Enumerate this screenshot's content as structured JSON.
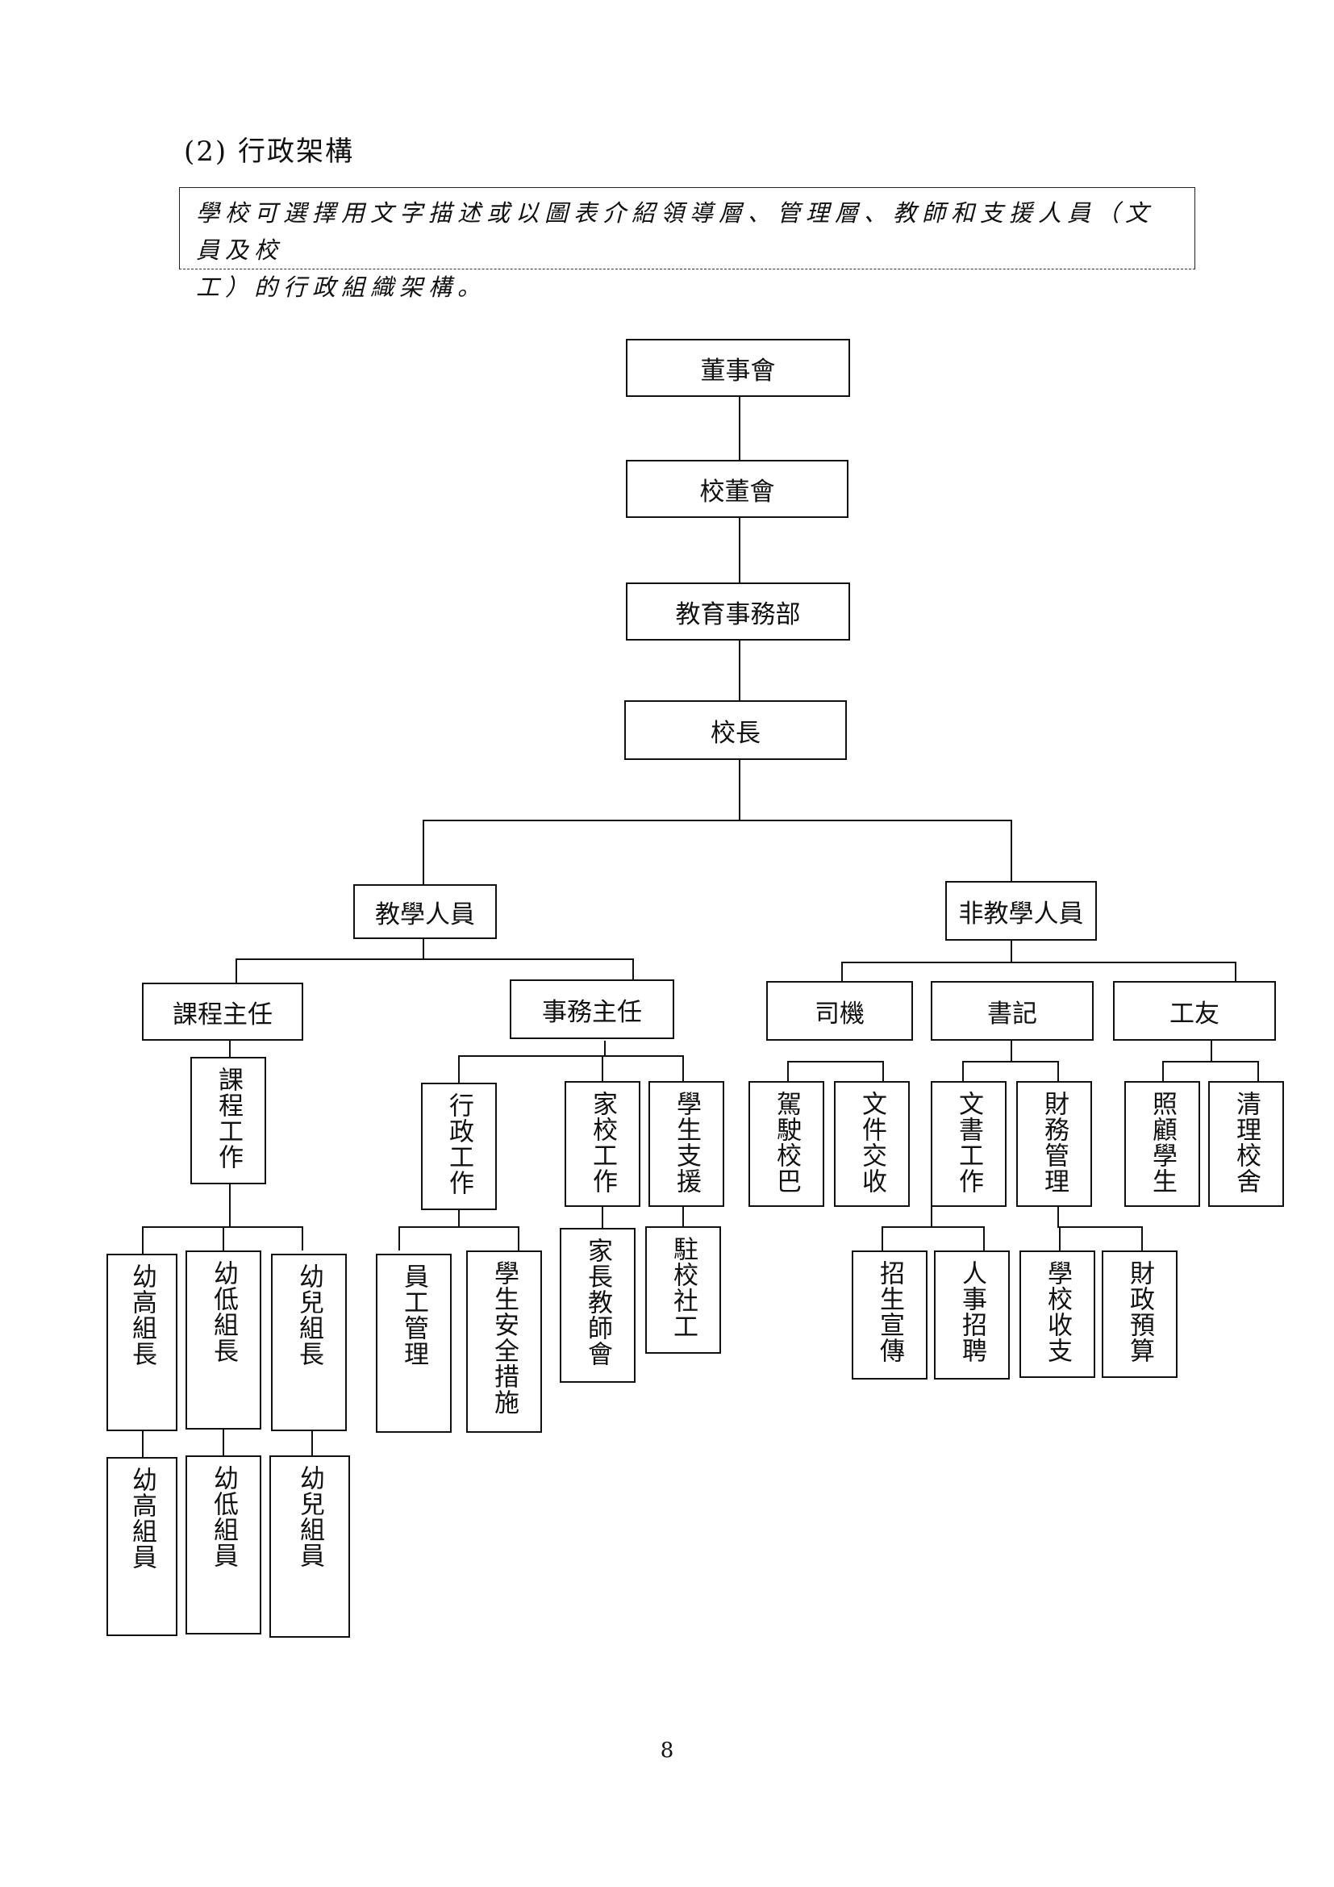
{
  "heading": "(2) 行政架構",
  "note": {
    "line1": "學校可選擇用文字描述或以圖表介紹領導層、管理層、教師和支援人員（文員及校",
    "line2": "工）的行政組織架構。"
  },
  "chart": {
    "board": "董事會",
    "school_board": "校董會",
    "education_dept": "教育事務部",
    "principal": "校長",
    "teaching_staff": "教學人員",
    "non_teaching_staff": "非教學人員",
    "curriculum_head": "課程主任",
    "affairs_head": "事務主任",
    "driver": "司機",
    "clerk": "書記",
    "janitor": "工友",
    "curriculum_work": "課程工作",
    "admin_work": "行政工作",
    "home_school_work": "家校工作",
    "student_support": "學生支援",
    "drive_bus": "駕駛校巴",
    "doc_delivery": "文件交收",
    "clerical_work": "文書工作",
    "finance_mgmt": "財務管理",
    "care_students": "照顧學生",
    "clean_school": "清理校舍",
    "k3_leader": "幼高組長",
    "k2_leader": "幼低組長",
    "k1_leader": "幼兒組長",
    "staff_mgmt": "員工管理",
    "student_safety": "學生安全措施",
    "pta": "家長教師會",
    "social_worker": "駐校社工",
    "promotion": "招生宣傳",
    "recruitment": "人事招聘",
    "school_fees": "學校收支",
    "budget": "財政預算",
    "k3_member": "幼高組員",
    "k2_member": "幼低組員",
    "k1_member": "幼兒組員"
  },
  "page_number": "8"
}
